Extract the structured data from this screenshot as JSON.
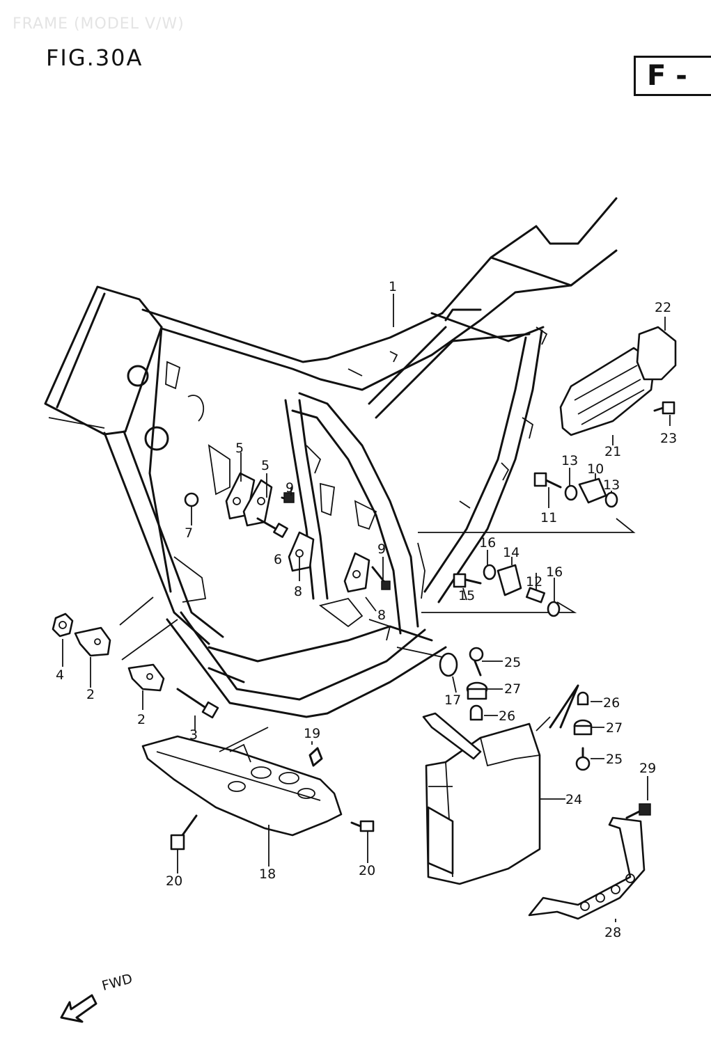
{
  "header": {
    "ghost_title": "FRAME (MODEL V/W)",
    "figure": "FIG.30A",
    "badge": "F -"
  },
  "direction_label": "FWD",
  "callouts": [
    {
      "id": "c1",
      "label": "1"
    },
    {
      "id": "c2a",
      "label": "2"
    },
    {
      "id": "c2b",
      "label": "2"
    },
    {
      "id": "c3",
      "label": "3"
    },
    {
      "id": "c4",
      "label": "4"
    },
    {
      "id": "c5a",
      "label": "5"
    },
    {
      "id": "c5b",
      "label": "5"
    },
    {
      "id": "c6",
      "label": "6"
    },
    {
      "id": "c7",
      "label": "7"
    },
    {
      "id": "c8a",
      "label": "8"
    },
    {
      "id": "c8b",
      "label": "8"
    },
    {
      "id": "c9a",
      "label": "9"
    },
    {
      "id": "c9b",
      "label": "9"
    },
    {
      "id": "c10",
      "label": "10"
    },
    {
      "id": "c11",
      "label": "11"
    },
    {
      "id": "c12",
      "label": "12"
    },
    {
      "id": "c13a",
      "label": "13"
    },
    {
      "id": "c13b",
      "label": "13"
    },
    {
      "id": "c14",
      "label": "14"
    },
    {
      "id": "c15",
      "label": "15"
    },
    {
      "id": "c16a",
      "label": "16"
    },
    {
      "id": "c16b",
      "label": "16"
    },
    {
      "id": "c17",
      "label": "17"
    },
    {
      "id": "c18",
      "label": "18"
    },
    {
      "id": "c19",
      "label": "19"
    },
    {
      "id": "c20a",
      "label": "20"
    },
    {
      "id": "c20b",
      "label": "20"
    },
    {
      "id": "c21",
      "label": "21"
    },
    {
      "id": "c22",
      "label": "22"
    },
    {
      "id": "c23",
      "label": "23"
    },
    {
      "id": "c24",
      "label": "24"
    },
    {
      "id": "c25a",
      "label": "25"
    },
    {
      "id": "c25b",
      "label": "25"
    },
    {
      "id": "c26a",
      "label": "26"
    },
    {
      "id": "c26b",
      "label": "26"
    },
    {
      "id": "c27a",
      "label": "27"
    },
    {
      "id": "c27b",
      "label": "27"
    },
    {
      "id": "c28",
      "label": "28"
    },
    {
      "id": "c29",
      "label": "29"
    }
  ]
}
